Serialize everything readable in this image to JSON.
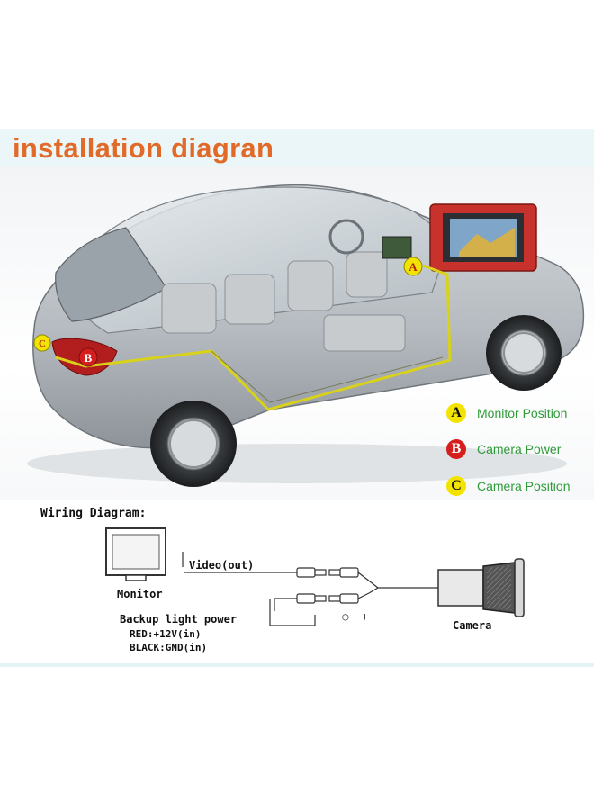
{
  "title": "installation diagran",
  "markers": {
    "a": "A",
    "b": "B",
    "c": "C"
  },
  "legend": [
    {
      "letter": "A",
      "label": "Monitor Position",
      "badge_color": "#f3e400",
      "letter_color": "#111111",
      "text_color": "#2e9b3a"
    },
    {
      "letter": "B",
      "label": "Camera Power",
      "badge_color": "#d51f1f",
      "letter_color": "#ffffff",
      "text_color": "#2e9b3a"
    },
    {
      "letter": "C",
      "label": "Camera Position",
      "badge_color": "#f3e400",
      "letter_color": "#111111",
      "text_color": "#2e9b3a"
    }
  ],
  "wiring": {
    "heading": "Wiring Diagram:",
    "monitor": "Monitor",
    "video": "Video(out)",
    "backup": "Backup light power",
    "red": "RED:+12V(in)",
    "black": "BLACK:GND(in)",
    "camera": "Camera",
    "polarity": "-○- +"
  },
  "colors": {
    "title": "#e26a28",
    "wire_path": "#d9d21a",
    "car_body": "#b9bfc4"
  }
}
